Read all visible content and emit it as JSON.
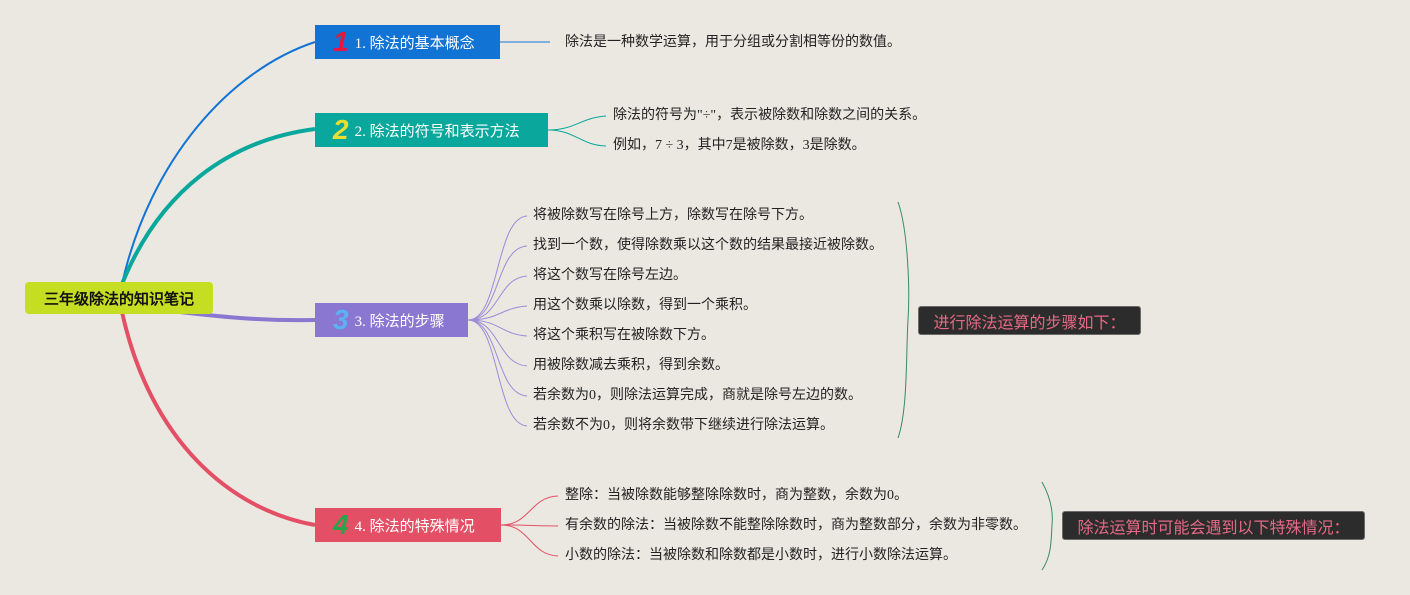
{
  "root": {
    "label": "三年级除法的知识笔记"
  },
  "topics": [
    {
      "num": "1",
      "label": "1. 除法的基本概念",
      "color": "#1173d4",
      "leaves": [
        "除法是一种数学运算，用于分组或分割相等份的数值。"
      ]
    },
    {
      "num": "2",
      "label": "2. 除法的符号和表示方法",
      "color": "#0aa89c",
      "leaves": [
        "除法的符号为\"÷\"，表示被除数和除数之间的关系。",
        "例如，7 ÷ 3，其中7是被除数，3是除数。"
      ]
    },
    {
      "num": "3",
      "label": "3. 除法的步骤",
      "color": "#8a77d1",
      "leaves": [
        "将被除数写在除号上方，除数写在除号下方。",
        "找到一个数，使得除数乘以这个数的结果最接近被除数。",
        "将这个数写在除号左边。",
        "用这个数乘以除数，得到一个乘积。",
        "将这个乘积写在被除数下方。",
        "用被除数减去乘积，得到余数。",
        "若余数为0，则除法运算完成，商就是除号左边的数。",
        "若余数不为0，则将余数带下继续进行除法运算。"
      ],
      "summary": "进行除法运算的步骤如下："
    },
    {
      "num": "4",
      "label": "4. 除法的特殊情况",
      "color": "#e35066",
      "leaves": [
        "整除：当被除数能够整除除数时，商为整数，余数为0。",
        "有余数的除法：当被除数不能整除除数时，商为整数部分，余数为非零数。",
        "小数的除法：当被除数和除数都是小数时，进行小数除法运算。"
      ],
      "summary": "除法运算时可能会遇到以下特殊情况："
    }
  ]
}
